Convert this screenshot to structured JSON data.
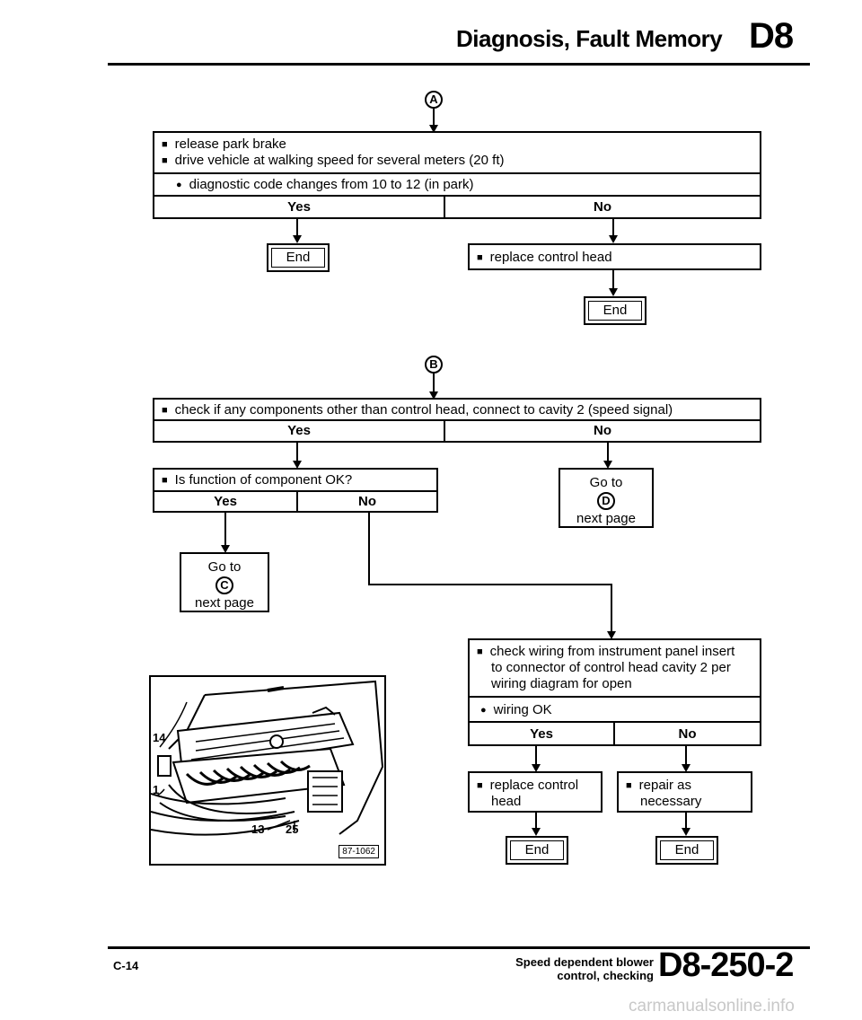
{
  "header": {
    "title": "Diagnosis, Fault Memory",
    "code": "D8"
  },
  "section_a": {
    "marker": "A",
    "lines": [
      "release park brake",
      "drive vehicle at walking speed for several meters (20 ft)"
    ],
    "question": "diagnostic code changes from 10 to 12 (in park)",
    "yes": "Yes",
    "no": "No",
    "yes_result": "End",
    "no_action": "replace control head",
    "no_result": "End"
  },
  "section_b": {
    "marker": "B",
    "question": "check if any components other than control head, connect to cavity 2 (speed signal)",
    "yes": "Yes",
    "no": "No",
    "no_goto": [
      "Go to",
      "D",
      "next page"
    ],
    "sub_question": "Is function of component OK?",
    "sub_yes": "Yes",
    "sub_no": "No",
    "sub_yes_goto": [
      "Go to",
      "C",
      "next page"
    ],
    "check_lines": [
      "check wiring from instrument panel insert",
      "to connector of control head cavity 2 per",
      "wiring diagram for open"
    ],
    "check_question": "wiring OK",
    "check_yes": "Yes",
    "check_no": "No",
    "yes_action": [
      "replace control",
      "head"
    ],
    "no_action": [
      "repair as",
      "necessary"
    ],
    "yes_result": "End",
    "no_result": "End"
  },
  "illustration": {
    "label_14": "14",
    "label_1": "1",
    "label_13": "13",
    "label_25": "25",
    "ref": "87-1062"
  },
  "footer": {
    "page": "C-14",
    "desc_line1": "Speed dependent blower",
    "desc_line2": "control, checking",
    "code": "D8-250-2",
    "watermark": "carmanualsonline.info"
  }
}
